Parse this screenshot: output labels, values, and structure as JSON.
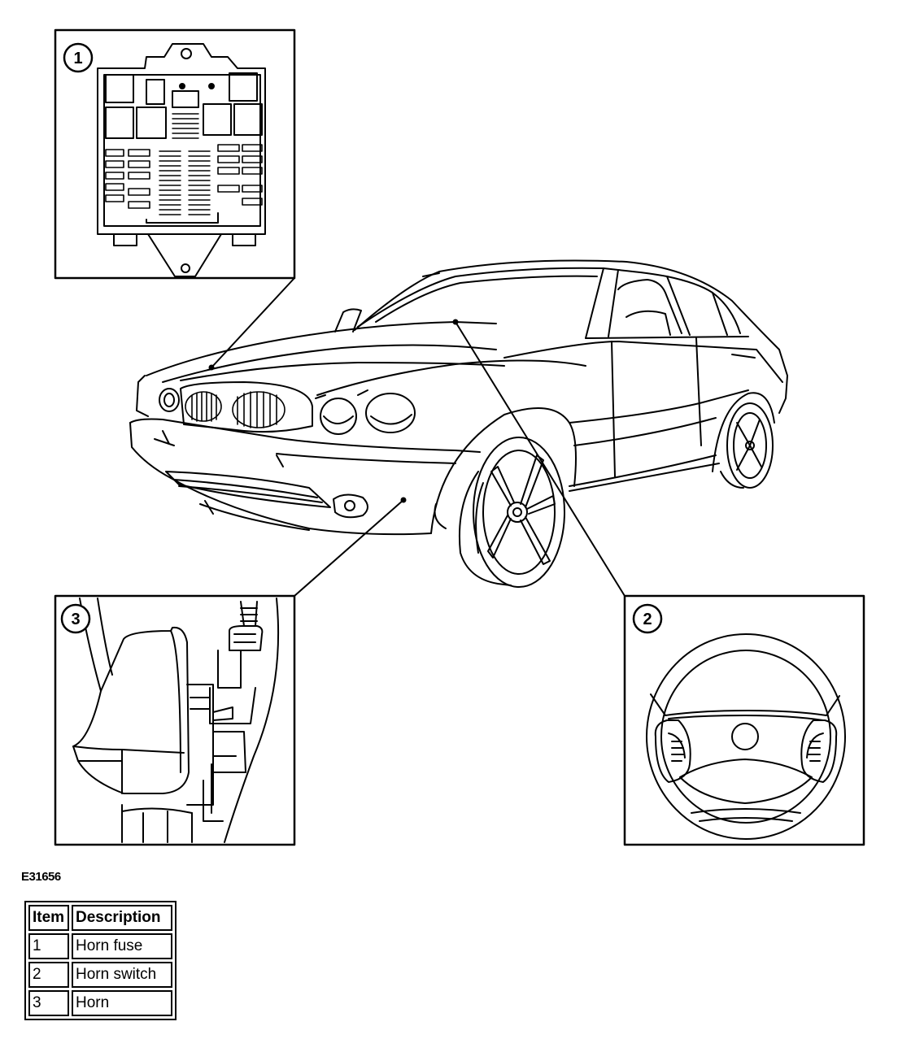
{
  "figure_code": "E31656",
  "callouts": [
    {
      "id": "callout-1",
      "label": "1"
    },
    {
      "id": "callout-2",
      "label": "2"
    },
    {
      "id": "callout-3",
      "label": "3"
    }
  ],
  "legend": {
    "headers": [
      "Item",
      "Description"
    ],
    "rows": [
      {
        "item": "1",
        "description": "Horn fuse"
      },
      {
        "item": "2",
        "description": "Horn switch"
      },
      {
        "item": "3",
        "description": "Horn"
      }
    ]
  }
}
